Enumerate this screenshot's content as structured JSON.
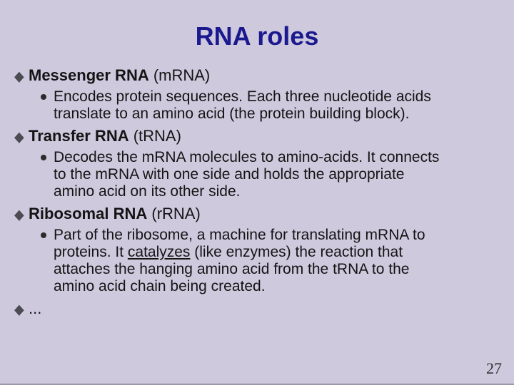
{
  "slide": {
    "title": "RNA roles",
    "page_number": "27",
    "colors": {
      "background": "#CFC9DE",
      "title_text": "#1A1A8E",
      "body_text": "#141414",
      "diamond_bullet": "#4B4B52",
      "circle_bullet": "#2B2B2B"
    },
    "bullets": [
      {
        "term": "Messenger RNA",
        "rest": " (mRNA)",
        "sub": "Encodes protein sequences. Each three nucleotide acids\ntranslate to an amino acid (the protein building block)."
      },
      {
        "term": "Transfer RNA",
        "rest": " (tRNA)",
        "sub": "Decodes the mRNA molecules to amino-acids. It connects\nto the mRNA with one side and holds the appropriate\namino acid on its other side."
      },
      {
        "term": "Ribosomal RNA",
        "rest": " (rRNA)",
        "sub_part1": "Part of the ribosome, a machine for translating mRNA to\nproteins. It ",
        "sub_underlined": "catalyzes",
        "sub_part2": " (like enzymes) the reaction that\nattaches the hanging amino acid from the tRNA to the\namino acid chain being created."
      },
      {
        "term": "",
        "rest": "..."
      }
    ]
  }
}
